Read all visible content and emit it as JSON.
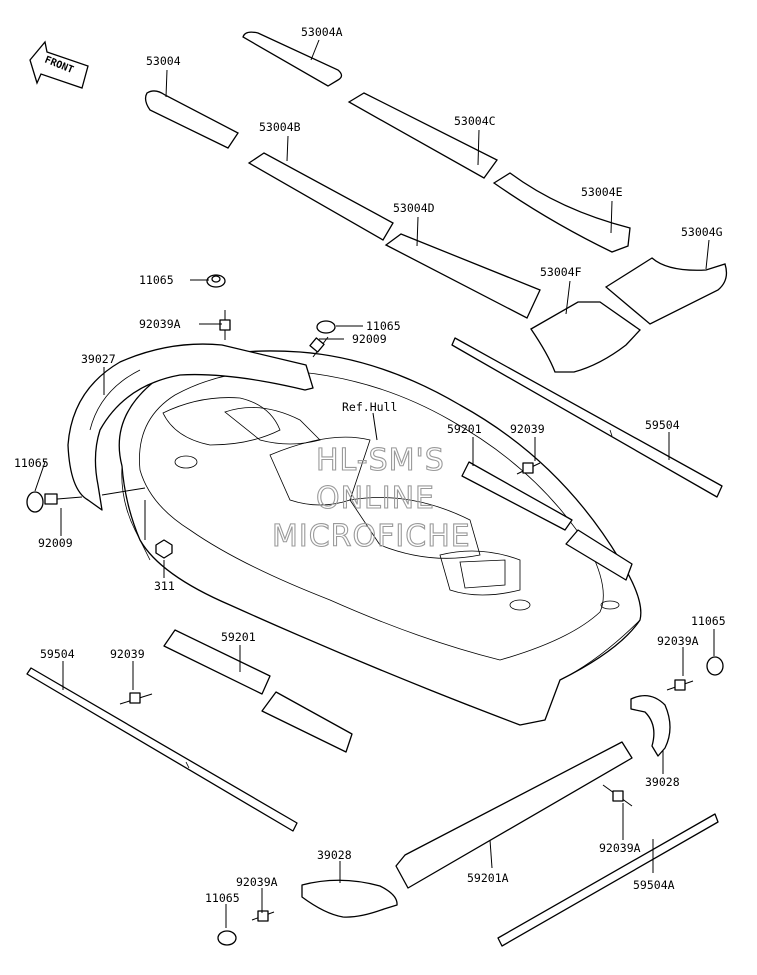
{
  "diagram": {
    "front_label": "FRONT",
    "ref_hull_label": "Ref.Hull",
    "watermark": [
      "HL-SM'S",
      "ONLINE",
      "MICROFICHE"
    ],
    "labels": {
      "p53004": "53004",
      "p53004A": "53004A",
      "p53004B": "53004B",
      "p53004C": "53004C",
      "p53004D": "53004D",
      "p53004E": "53004E",
      "p53004F": "53004F",
      "p53004G": "53004G",
      "p11065_a": "11065",
      "p92039A_a": "92039A",
      "p11065_b": "11065",
      "p92009_a": "92009",
      "p39027": "39027",
      "p11065_c": "11065",
      "p92009_b": "92009",
      "p311": "311",
      "p59201_a": "59201",
      "p92039_a": "92039",
      "p59504_a": "59504",
      "p59504_b": "59504",
      "p92039_b": "92039",
      "p59201_b": "59201",
      "p11065_d": "11065",
      "p92039A_b": "92039A",
      "p39028_a": "39028",
      "p92039A_c": "92039A",
      "p39028_b": "39028",
      "p59201A": "59201A",
      "p92039A_d": "92039A",
      "p11065_e": "11065",
      "p59504A": "59504A"
    }
  }
}
